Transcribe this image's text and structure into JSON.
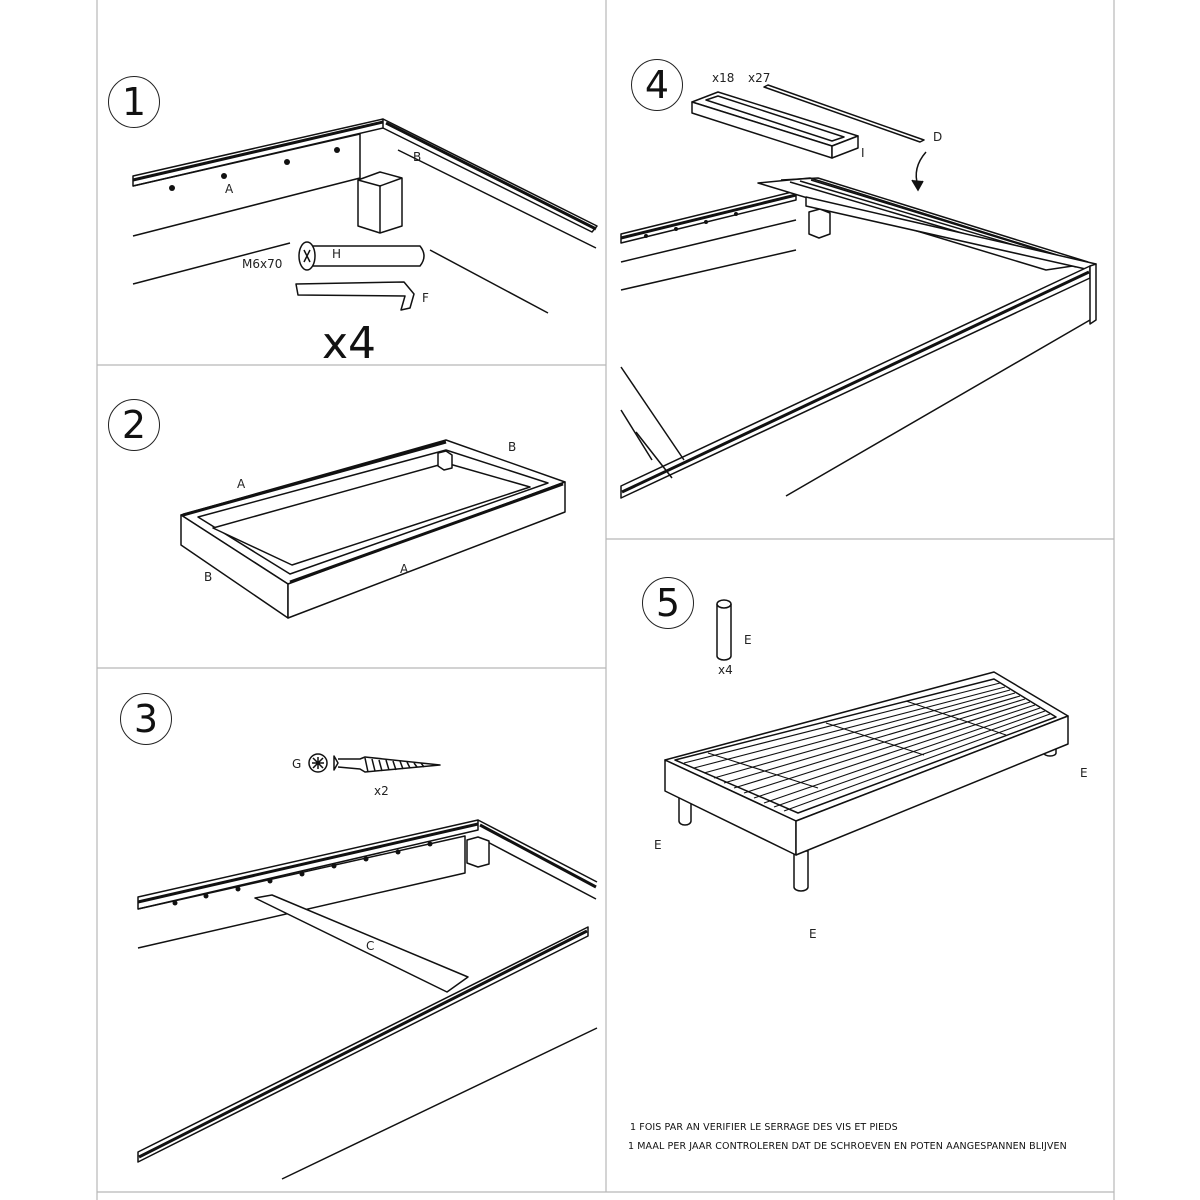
{
  "step1": {
    "number": "1",
    "part_a": "A",
    "part_b": "B",
    "screw_size": "M6x70",
    "part_h": "H",
    "part_f": "F",
    "quantity": "x4"
  },
  "step2": {
    "number": "2",
    "part_a_top": "A",
    "part_b_right": "B",
    "part_b_left": "B",
    "part_a_front": "A"
  },
  "step3": {
    "number": "3",
    "part_g": "G",
    "screw_qty": "x2",
    "part_c": "C"
  },
  "step4": {
    "number": "4",
    "qty_i": "x18",
    "qty_d": "x27",
    "part_i": "I",
    "part_d": "D"
  },
  "step5": {
    "number": "5",
    "part_e_leg": "E",
    "leg_qty": "x4",
    "label_e_right": "E",
    "label_e_left": "E",
    "label_e_bottom": "E"
  },
  "notes": {
    "fr": "1 FOIS PAR AN VERIFIER LE SERRAGE DES VIS ET PIEDS",
    "nl": "1 MAAL PER JAAR CONTROLEREN DAT DE SCHROEVEN EN POTEN AANGESPANNEN BLIJVEN"
  }
}
